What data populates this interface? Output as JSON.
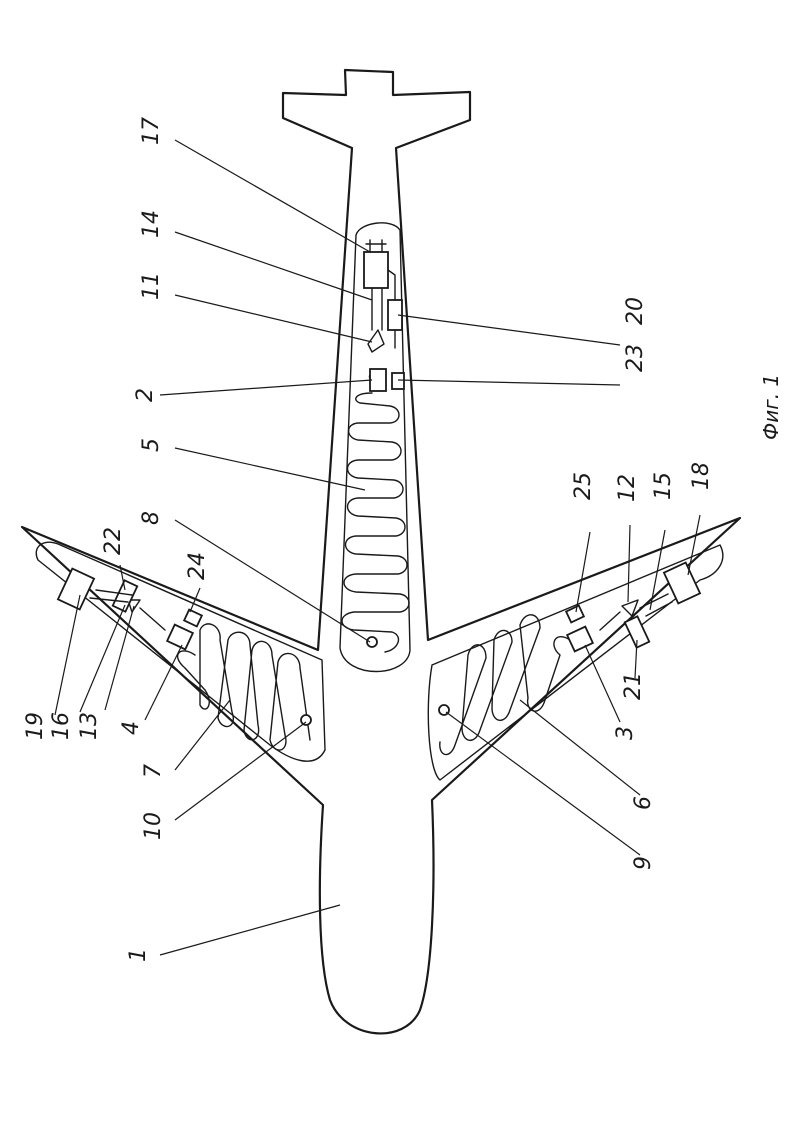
{
  "figure": {
    "caption": "Фиг. 1",
    "labels": {
      "l1": "1",
      "l2": "2",
      "l3": "3",
      "l4": "4",
      "l5": "5",
      "l6": "6",
      "l7": "7",
      "l8": "8",
      "l9": "9",
      "l10": "10",
      "l11": "11",
      "l12": "12",
      "l13": "13",
      "l14": "14",
      "l15": "15",
      "l16": "16",
      "l17": "17",
      "l18": "18",
      "l19": "19",
      "l20": "20",
      "l21": "21",
      "l22": "22",
      "l23": "23",
      "l24": "24",
      "l25": "25"
    }
  }
}
